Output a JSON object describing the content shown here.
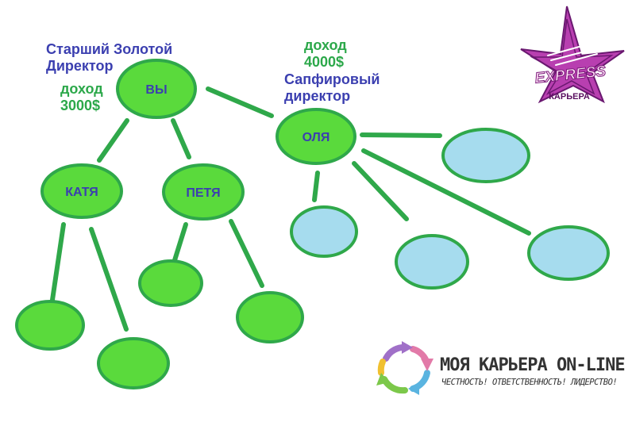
{
  "people": {
    "you": {
      "name": "ВЫ",
      "rank_line1": "Старший Золотой",
      "rank_line2": "Директор",
      "income_line1": "доход",
      "income_line2": "3000$"
    },
    "olya": {
      "name": "ОЛЯ",
      "rank_line1": "Сапфировый",
      "rank_line2": "директор",
      "income_line1": "доход",
      "income_line2": "4000$"
    },
    "katya": {
      "name": "КАТЯ"
    },
    "petya": {
      "name": "ПЕТЯ"
    }
  },
  "logo_express": {
    "word": "EXPRESS",
    "sub": "КАРЬЕРА"
  },
  "brand": {
    "title": "МОЯ КАРЬЕРА ON-LINE",
    "slogan": "ЧЕСТНОСТЬ! ОТВЕТСТВЕННОСТЬ! ЛИДЕРСТВО!"
  },
  "colors": {
    "node_green": "#5ada3c",
    "node_blue": "#a6dcee",
    "outline": "#2fa84a",
    "line": "#2fa84a",
    "label_blue": "#3b3fb0",
    "label_green": "#2ca84a"
  }
}
